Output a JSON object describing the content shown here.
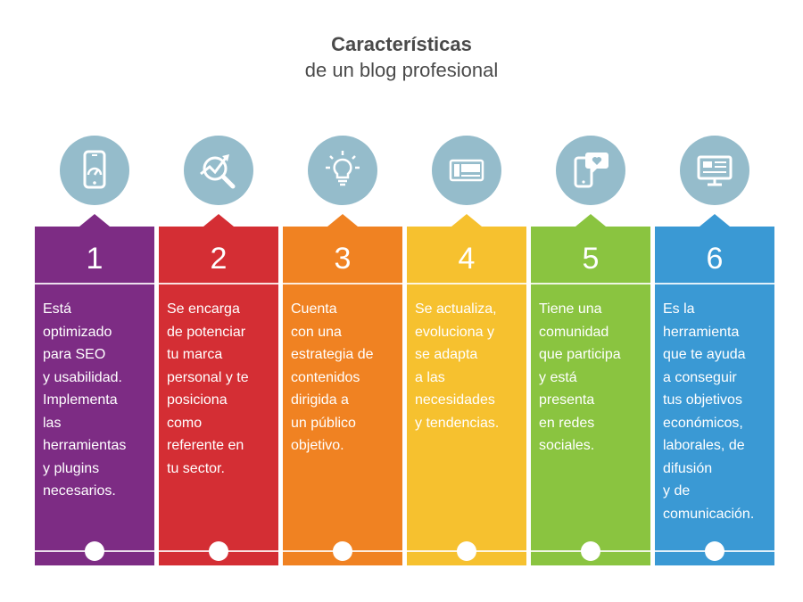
{
  "title": {
    "line1": "Características",
    "line2": "de un blog profesional"
  },
  "icon_color": "#95bccb",
  "columns": [
    {
      "number": "1",
      "icon": "mobile-phone-speedometer-icon",
      "color": "#7d2c84",
      "text": "Está\noptimizado\npara SEO\ny usabilidad.\nImplementa\nlas\nherramientas\ny plugins\nnecesarios."
    },
    {
      "number": "2",
      "icon": "magnifier-chart-icon",
      "color": "#d42e34",
      "text": "Se encarga\nde potenciar\ntu marca\npersonal y te\nposiciona\ncomo\nreferente en\ntu sector."
    },
    {
      "number": "3",
      "icon": "lightbulb-icon",
      "color": "#f08222",
      "text": "Cuenta\ncon una\nestrategia de\ncontenidos\ndirigida a\nun público\nobjetivo."
    },
    {
      "number": "4",
      "icon": "newspaper-icon",
      "color": "#f6c12f",
      "text": "Se actualiza,\nevoluciona y\nse adapta\na las\nnecesidades\ny tendencias."
    },
    {
      "number": "5",
      "icon": "phone-heart-icon",
      "color": "#8ac440",
      "text": "Tiene una\ncomunidad\nque participa\ny está\npresenta\nen redes\nsociales."
    },
    {
      "number": "6",
      "icon": "monitor-icon",
      "color": "#3a99d4",
      "text": "Es la\nherramienta\nque te ayuda\na conseguir\ntus objetivos\neconómicos,\nlaborales, de\ndifusión\ny de\ncomunicación."
    }
  ]
}
